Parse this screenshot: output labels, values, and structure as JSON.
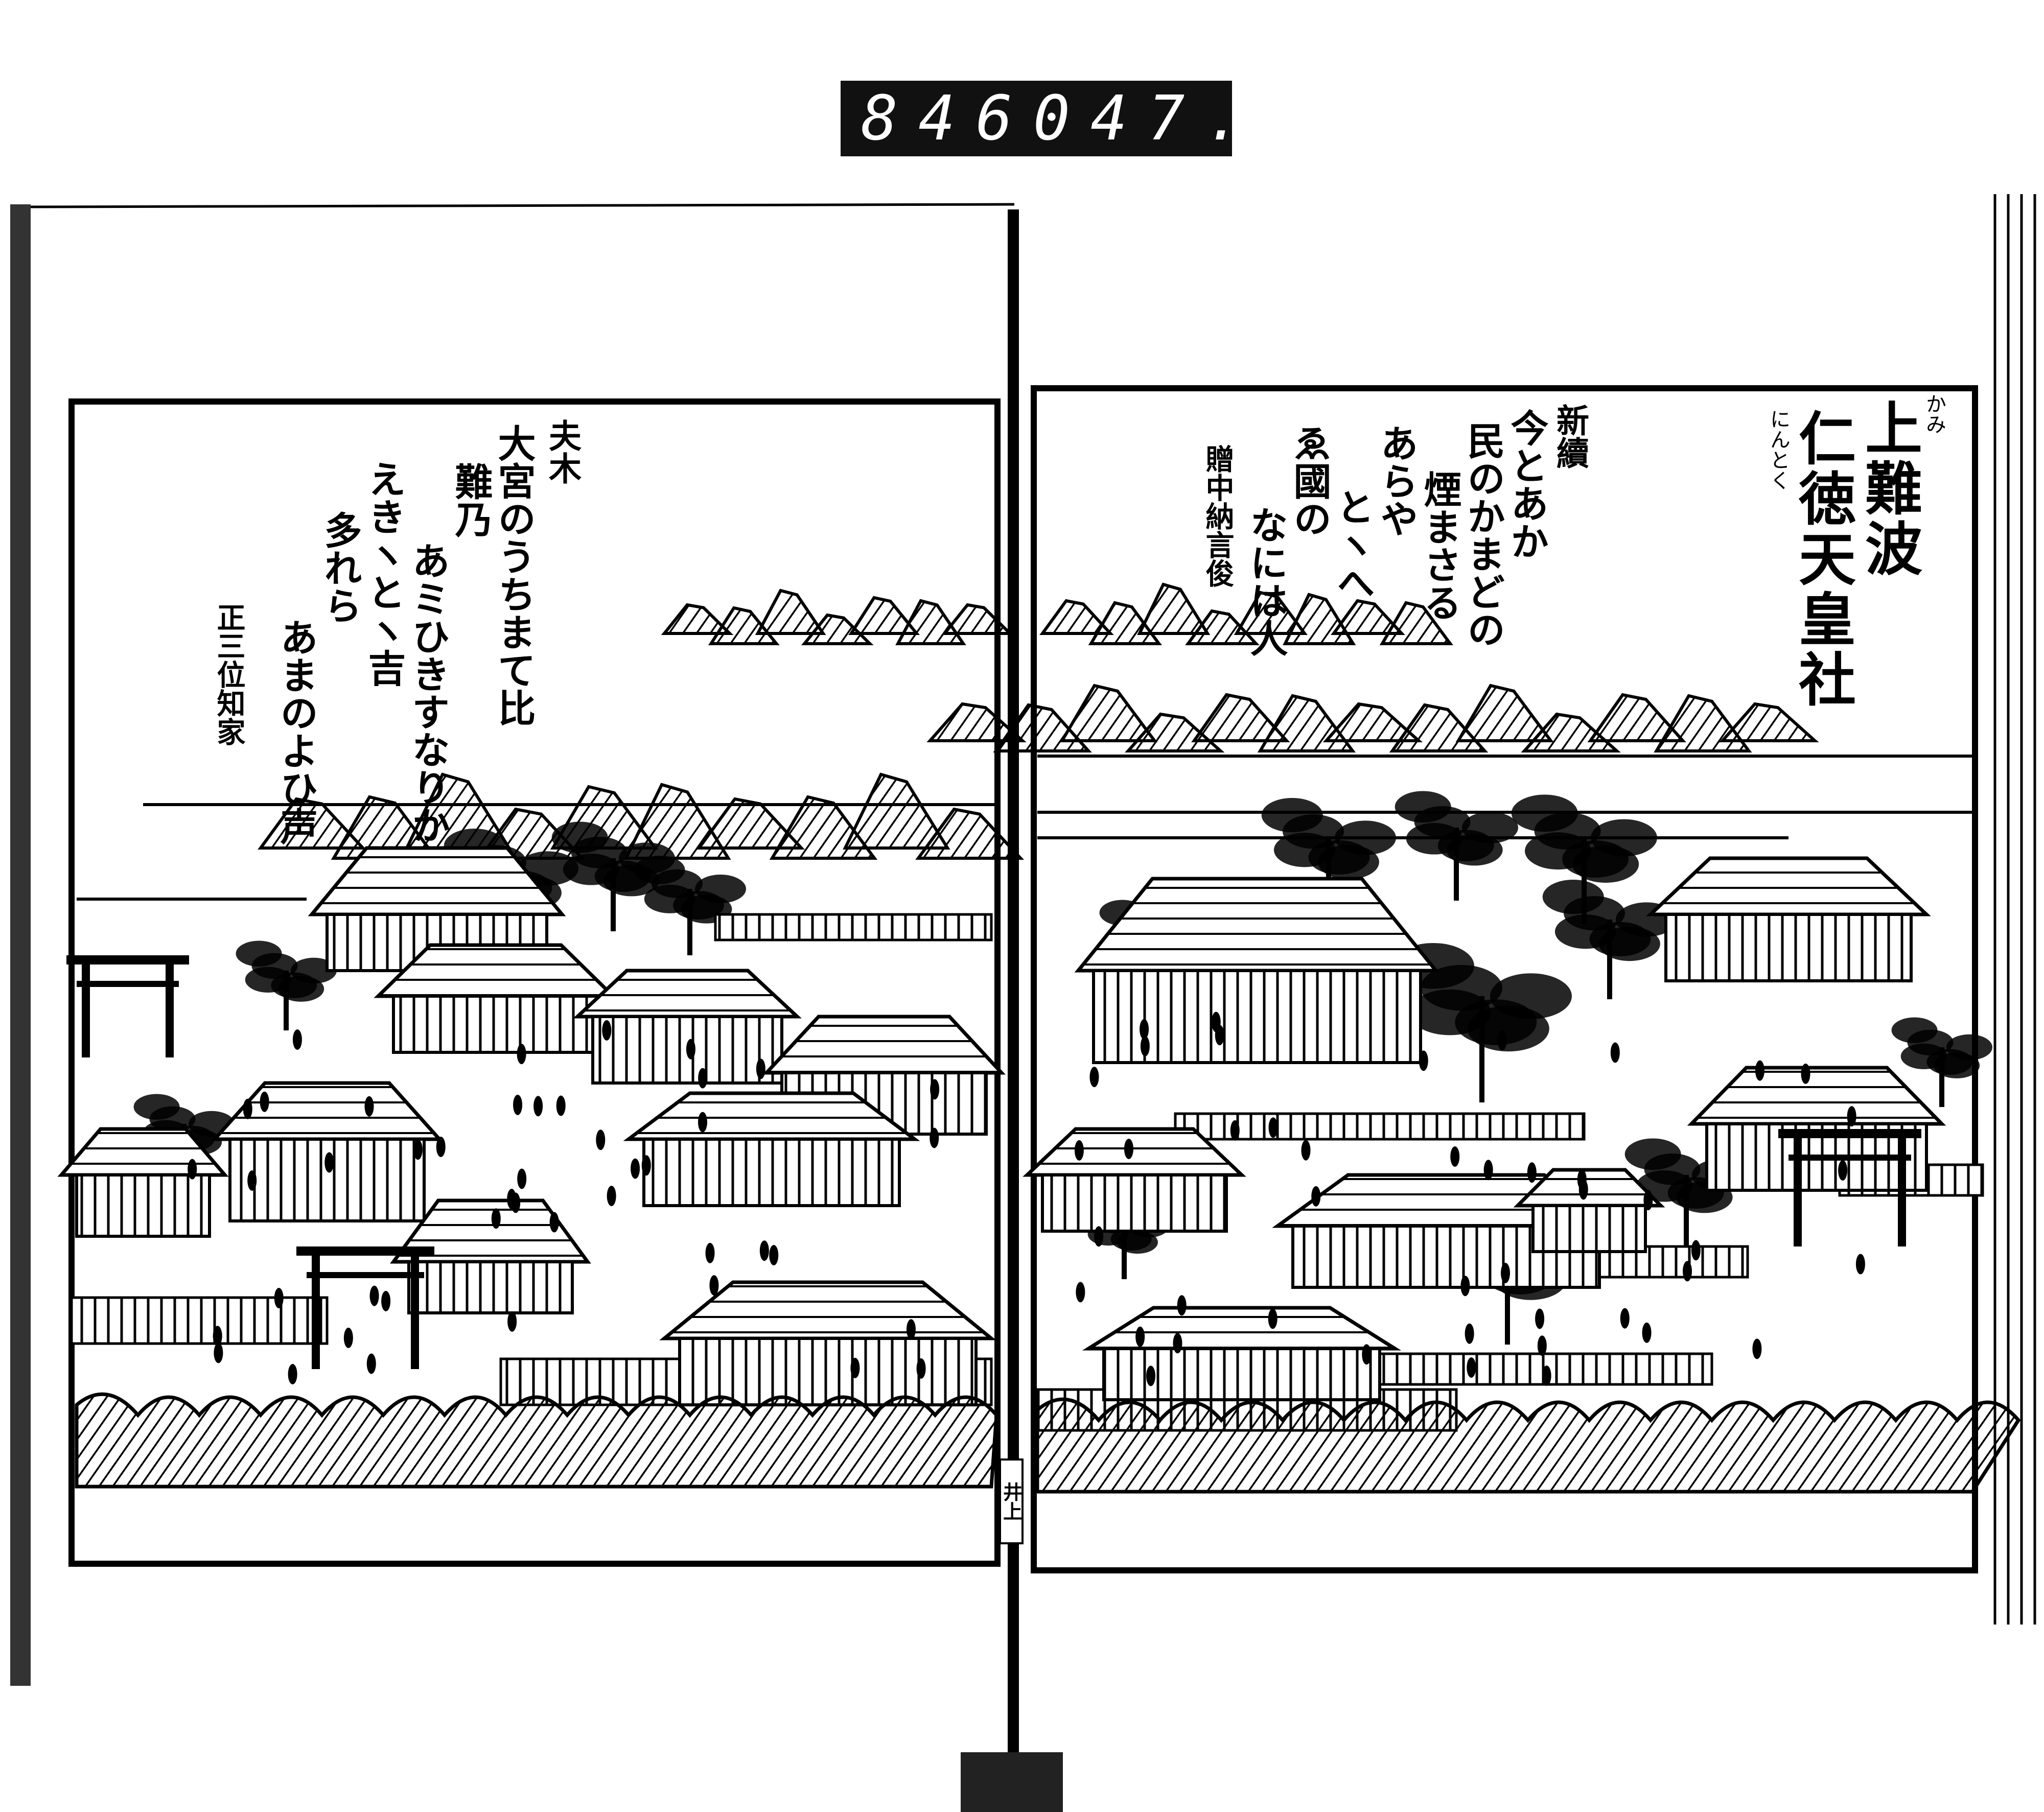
{
  "scan_label": {
    "left": "846",
    "right": "047."
  },
  "spine_label": "井上",
  "right_page": {
    "title_prefix": "上難波",
    "title_prefix_ruby": "かみ",
    "title_main": "仁徳天皇社",
    "title_main_ruby": "にんとく",
    "poem": {
      "source": "新續",
      "lines": [
        "今とあか",
        "民のかまどの",
        "煙まさる",
        "あらや",
        "とヽへ",
        "ゑ國の",
        "なには人"
      ],
      "author": "贈中納言俊"
    }
  },
  "left_page": {
    "poem": {
      "source": "夫木",
      "lines": [
        "大宮のうちまて比",
        "難乃",
        "あミひきすなりか",
        "えきヽとヽ吉",
        "多れら",
        "あまのよひ声"
      ],
      "author": "正三位知家"
    }
  },
  "colors": {
    "ink": "#000000",
    "paper": "#ffffff",
    "label_bg": "#111111"
  }
}
